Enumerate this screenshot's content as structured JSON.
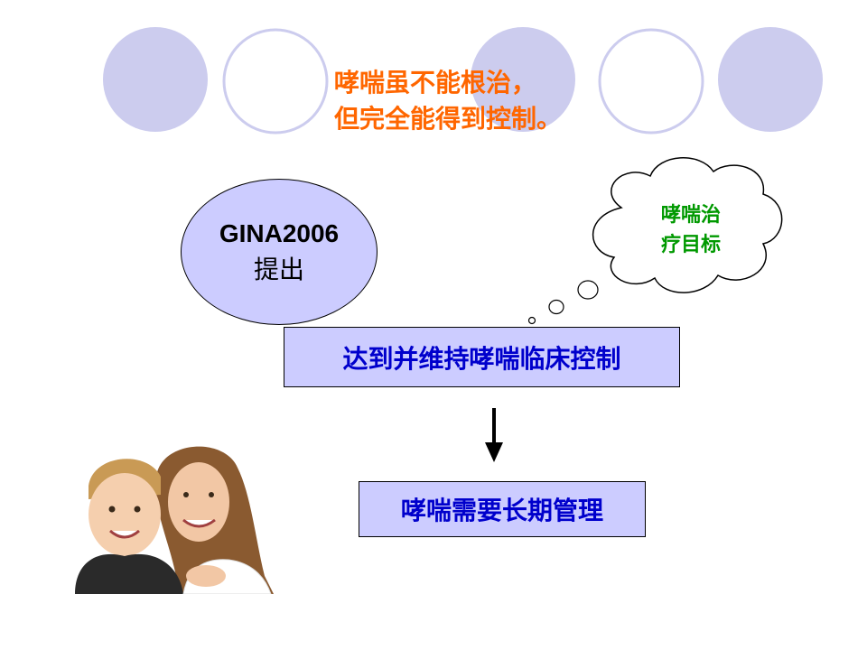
{
  "title": {
    "line1": "哮喘虽不能根治，",
    "line2": "但完全能得到控制。"
  },
  "gina": {
    "line1": "GINA2006",
    "line2": "提出"
  },
  "cloud": {
    "line1": "哮喘治",
    "line2": "疗目标"
  },
  "box1": {
    "text": "达到并维持哮喘临床控制"
  },
  "box2": {
    "text": "哮喘需要长期管理"
  },
  "colors": {
    "title": "#ff6600",
    "fill": "#ccccff",
    "box_text": "#0000cc",
    "cloud_text": "#009900",
    "deco_circle": "#ccccee"
  }
}
